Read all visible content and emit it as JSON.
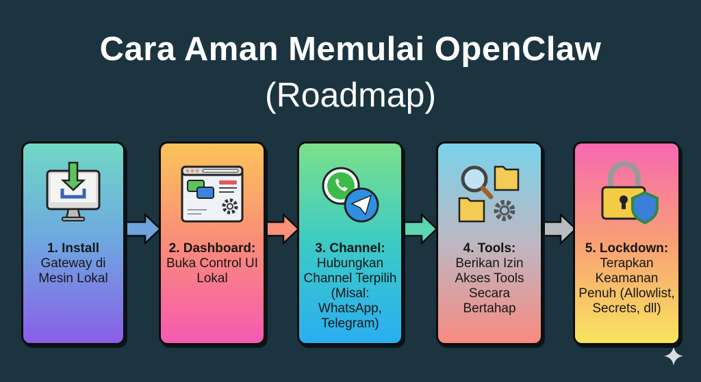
{
  "title": {
    "line1": "Cara Aman Memulai OpenClaw",
    "line2": "(Roadmap)"
  },
  "steps": [
    {
      "heading": "1. Install",
      "body": "Gateway di Mesin Lokal",
      "icon": "monitor-download-icon"
    },
    {
      "heading": "2. Dashboard:",
      "body": "Buka Control UI Lokal",
      "icon": "dashboard-window-icon"
    },
    {
      "heading": "3. Channel:",
      "body": "Hubungkan Channel Terpilih (Misal: WhatsApp, Telegram)",
      "icon": "whatsapp-telegram-icon"
    },
    {
      "heading": "4. Tools:",
      "body": "Berikan Izin Akses Tools Secara Bertahap",
      "icon": "tools-folder-gear-icon"
    },
    {
      "heading": "5. Lockdown:",
      "body": "Terapkan Keamanan Penuh (Allowlist, Secrets, dll)",
      "icon": "lock-shield-icon"
    }
  ],
  "colors": {
    "background": "#1b3440",
    "arrow1": "#6fa3dc",
    "arrow2": "#f8907a",
    "arrow3": "#5cd6b0",
    "arrow4": "#b8bcc0"
  }
}
